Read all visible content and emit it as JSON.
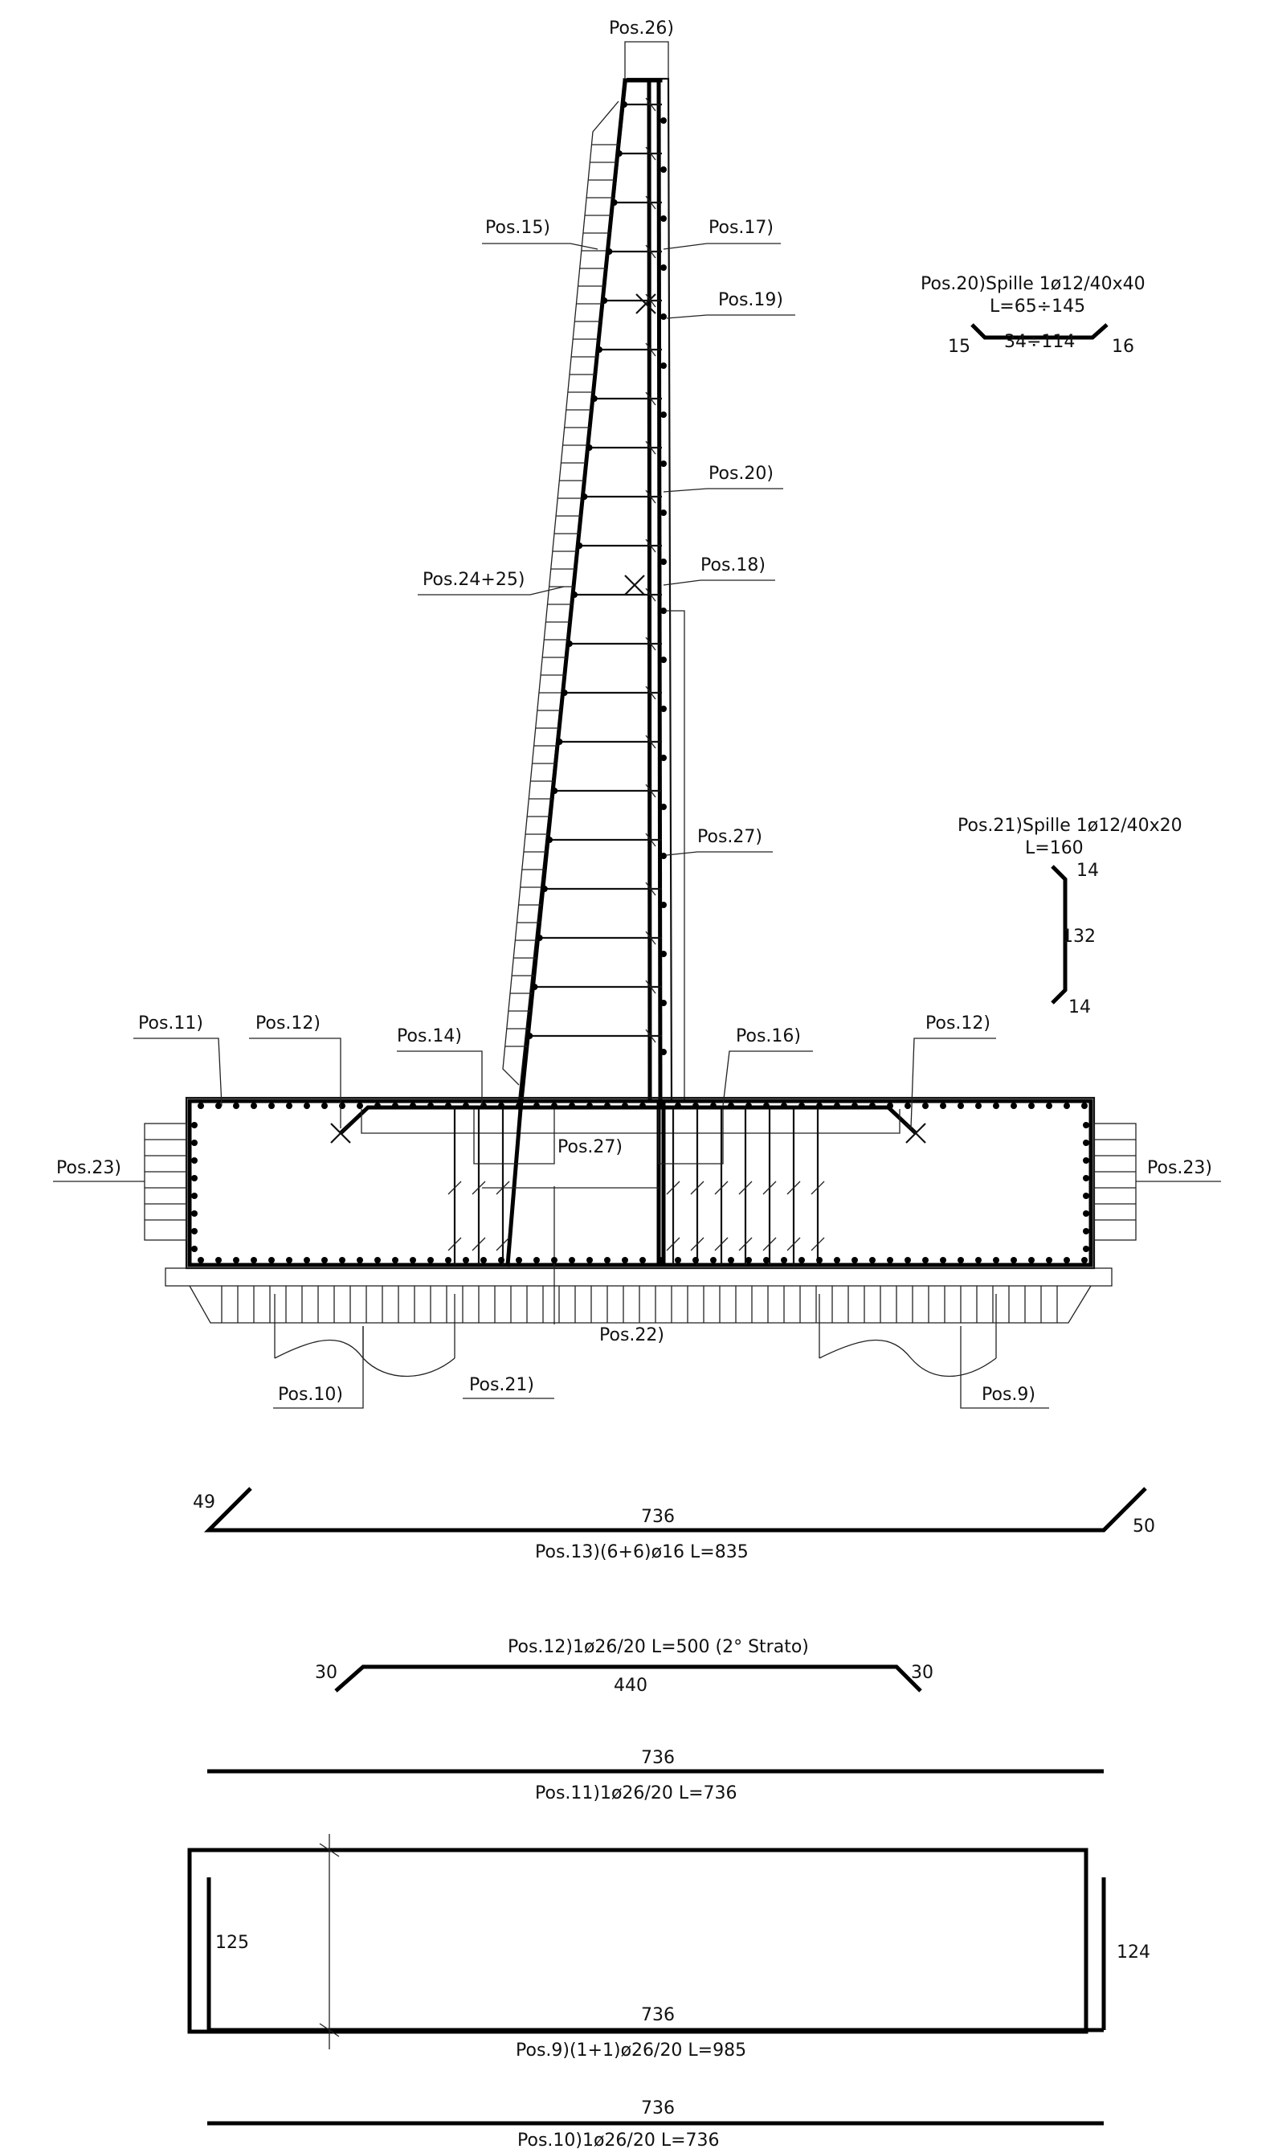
{
  "labels": {
    "pos26": "Pos.26)",
    "pos15": "Pos.15)",
    "pos17": "Pos.17)",
    "pos19": "Pos.19)",
    "pos20": "Pos.20)",
    "pos18": "Pos.18)",
    "pos24_25": "Pos.24+25)",
    "pos27_top": "Pos.27)",
    "pos11": "Pos.11)",
    "pos12_left": "Pos.12)",
    "pos14": "Pos.14)",
    "pos16": "Pos.16)",
    "pos12_right": "Pos.12)",
    "pos23_left": "Pos.23)",
    "pos23_right": "Pos.23)",
    "pos27_base": "Pos.27)",
    "pos22": "Pos.22)",
    "pos10": "Pos.10)",
    "pos21": "Pos.21)",
    "pos9": "Pos.9)"
  },
  "spille20": {
    "title": "Pos.20)Spille  1ø12/40x40",
    "length": "L=65÷145",
    "left": "15",
    "middle": "34÷114",
    "right": "16"
  },
  "spille21": {
    "title": "Pos.21)Spille  1ø12/40x20",
    "length": "L=160",
    "top": "14",
    "middle": "132",
    "bottom": "14"
  },
  "bars": {
    "pos13": {
      "left": "49",
      "middle": "736",
      "right": "50",
      "caption": "Pos.13)(6+6)ø16  L=835"
    },
    "pos12": {
      "caption": "Pos.12)1ø26/20  L=500  (2° Strato)",
      "left": "30",
      "middle": "440",
      "right": "30"
    },
    "pos11": {
      "middle": "736",
      "caption": "Pos.11)1ø26/20  L=736"
    },
    "pos9": {
      "left": "125",
      "middle": "736",
      "right": "124",
      "caption": "Pos.9)(1+1)ø26/20  L=985"
    },
    "pos10": {
      "middle": "736",
      "caption": "Pos.10)1ø26/20  L=736"
    }
  }
}
